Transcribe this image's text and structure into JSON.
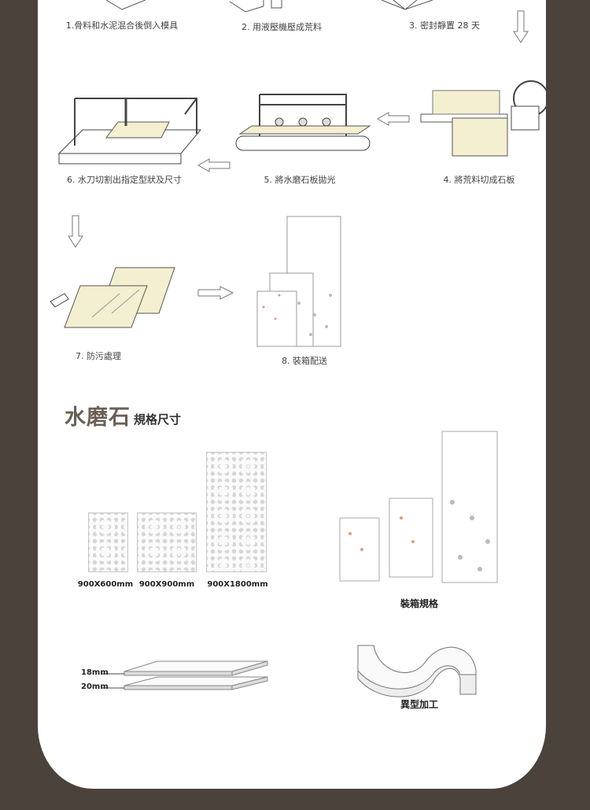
{
  "steps": [
    {
      "label": "1.骨料和水泥混合後倒入模具"
    },
    {
      "label": "2. 用液壓機壓成荒料"
    },
    {
      "label": "3. 密封靜置 28 天"
    },
    {
      "label": "4. 將荒料切成石板"
    },
    {
      "label": "5. 將水磨石板拋光"
    },
    {
      "label": "6. 水刀切割出指定型狀及尺寸"
    },
    {
      "label": "7. 防污處理"
    },
    {
      "label": "8. 裝箱配送"
    }
  ],
  "spec": {
    "title_main": "水磨石",
    "title_sub": "規格尺寸",
    "sizes": [
      "900X600mm",
      "900X900mm",
      "900X1800mm"
    ],
    "packing_label": "裝箱規格",
    "thickness": [
      "18mm",
      "20mm"
    ],
    "custom_shape_label": "異型加工"
  },
  "colors": {
    "background": "#4a423b",
    "panel": "#ffffff",
    "title": "#6b5f54",
    "stone": "#f3efd0"
  }
}
